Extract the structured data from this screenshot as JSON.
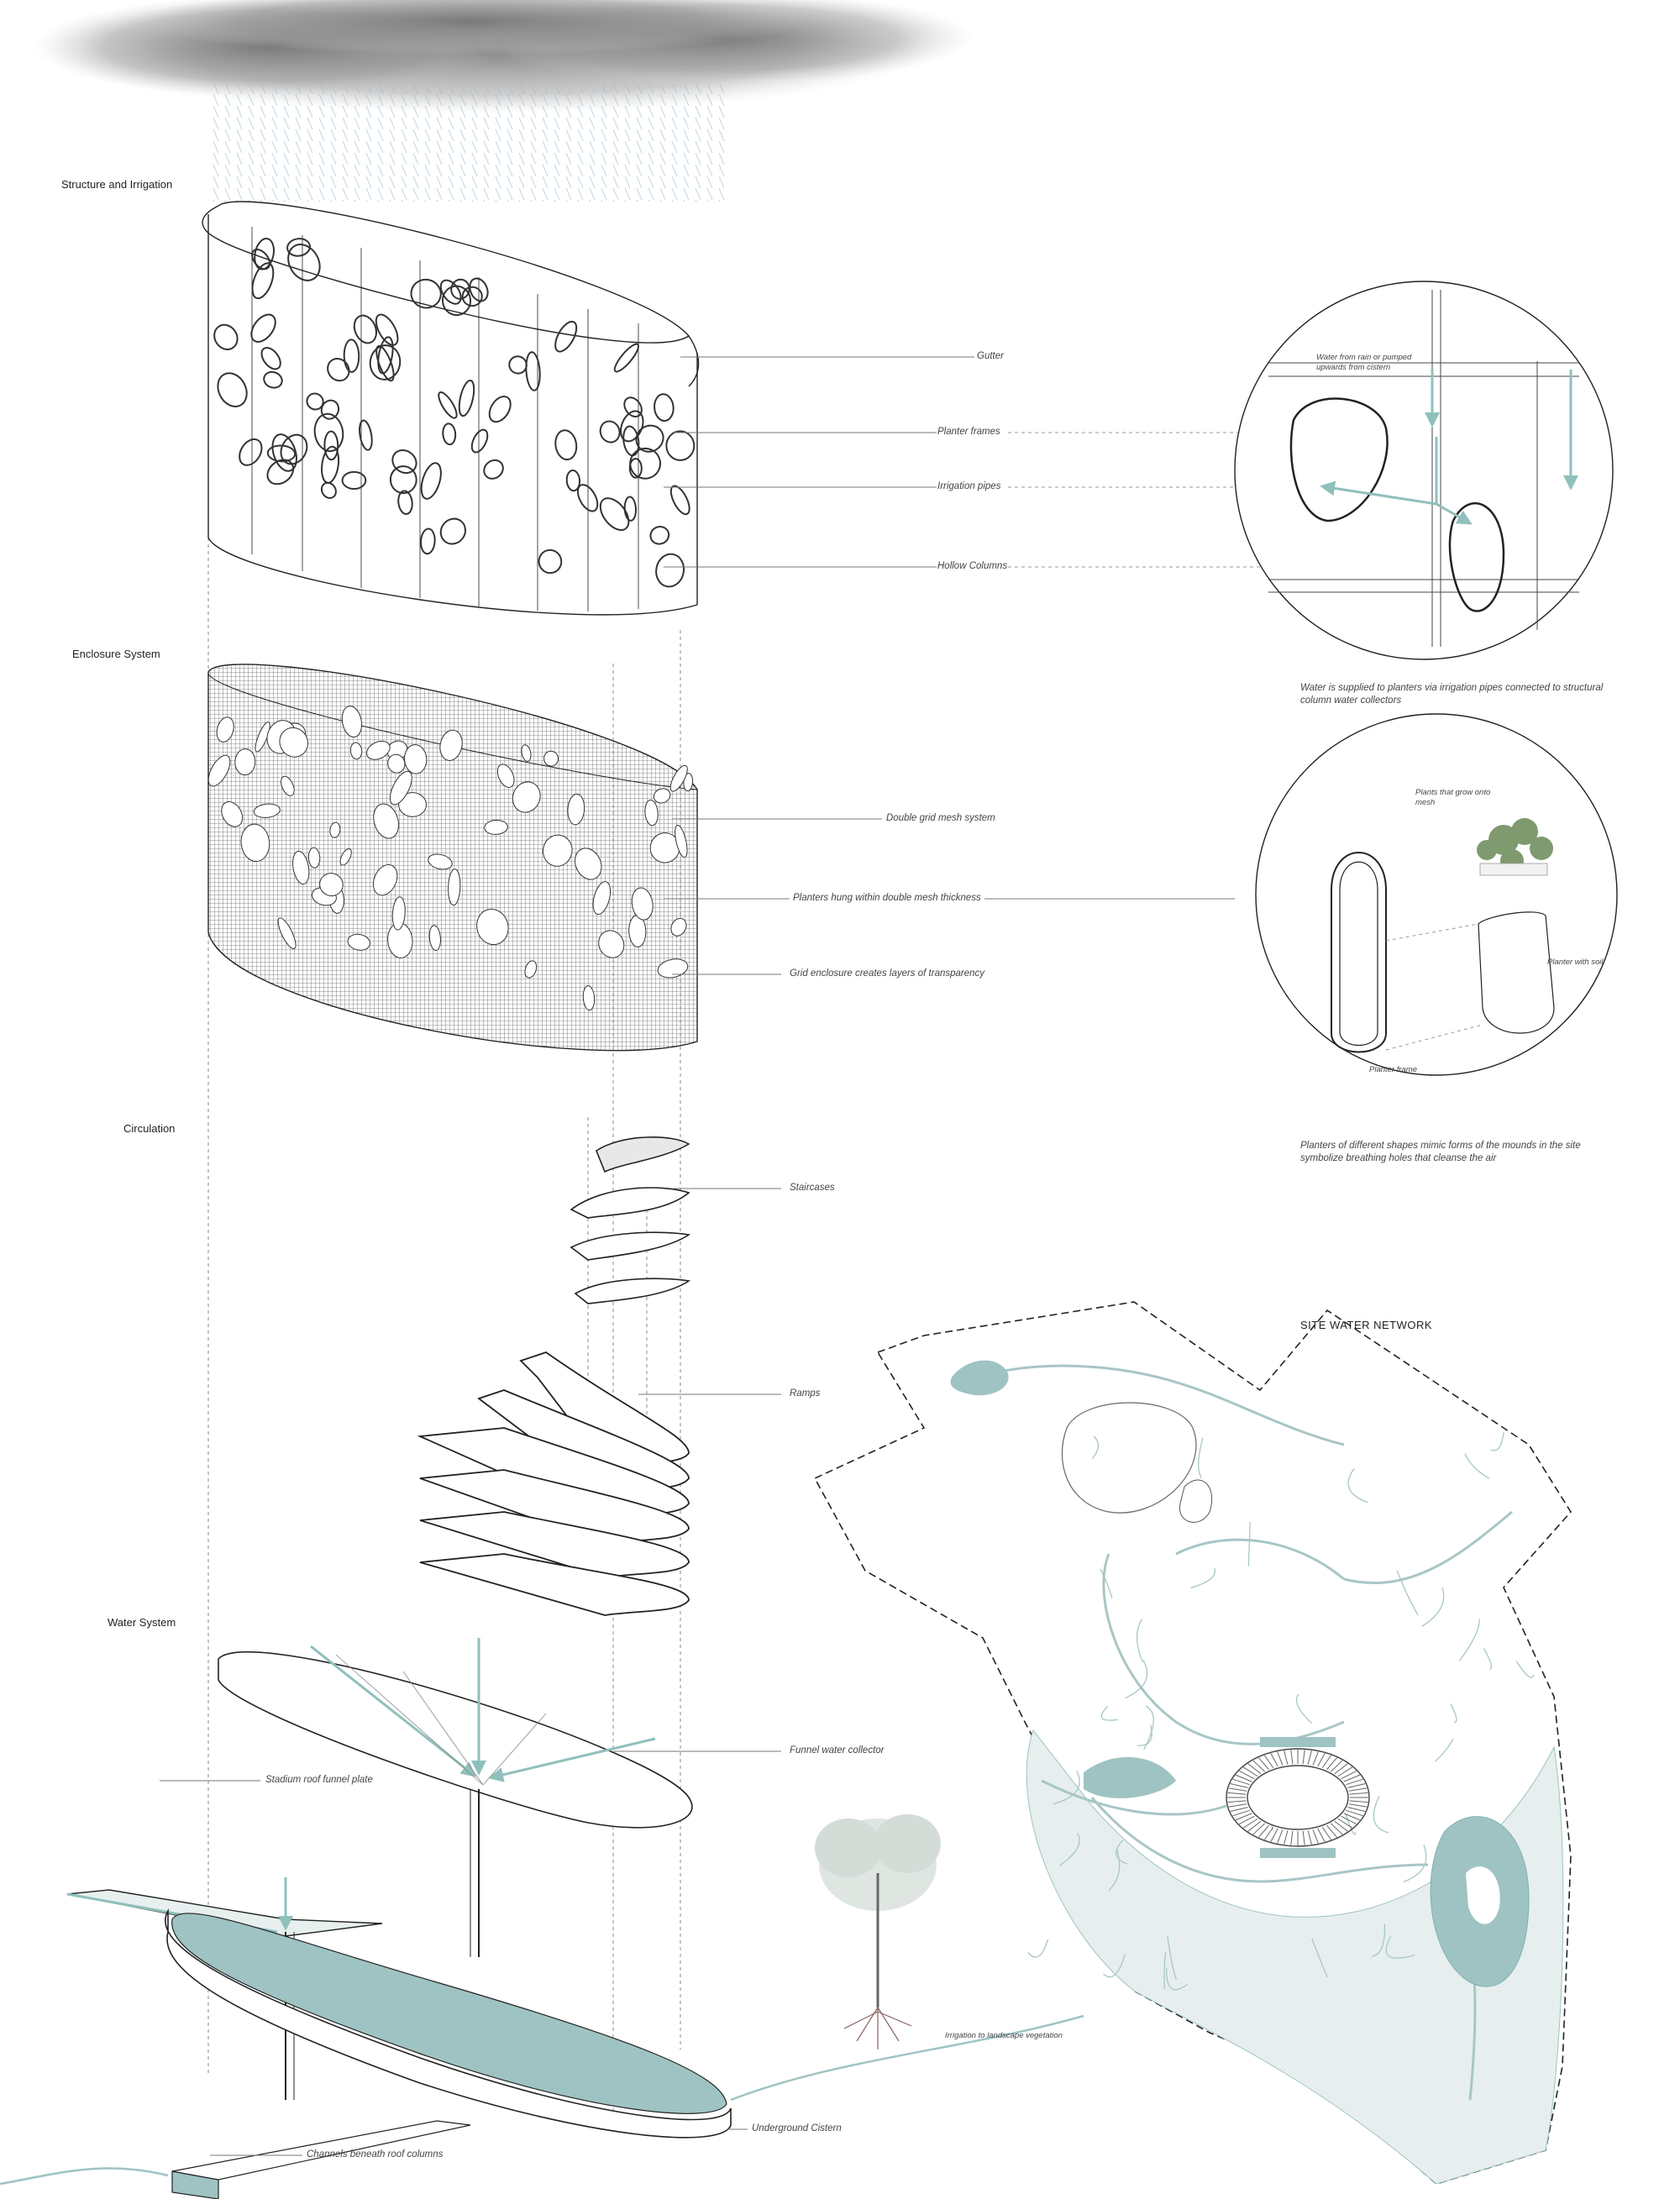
{
  "sections": {
    "structure": "Structure and Irrigation",
    "enclosure": "Enclosure System",
    "circulation": "Circulation",
    "water": "Water System"
  },
  "labels": {
    "gutter": "Gutter",
    "planter_frames": "Planter frames",
    "irrigation_pipes": "Irrigation pipes",
    "hollow_columns": "Hollow Columns",
    "double_grid": "Double grid mesh system",
    "planters_hung": "Planters hung within double mesh thickness",
    "grid_transparency": "Grid enclosure creates layers of transparency",
    "staircases": "Staircases",
    "ramps": "Ramps",
    "funnel_collector": "Funnel water collector",
    "roof_funnel_plate": "Stadium roof funnel plate",
    "underground_cistern": "Underground Cistern",
    "channels": "Channels beneath roof columns",
    "irrigation_landscape": "Irrigation to landscape vegetation"
  },
  "detail1": {
    "note": "Water from rain or pumped upwards from cistern",
    "caption": "Water is supplied to planters via irrigation pipes connected to structural column water collectors"
  },
  "detail2": {
    "plants_note": "Plants that grow onto mesh",
    "planter_soil": "Planter with soil",
    "planter_frame": "Planter frame",
    "caption": "Planters of different shapes mimic forms of the mounds in the site symbolize breathing holes that cleanse the air"
  },
  "site": {
    "title": "SITE WATER NETWORK"
  },
  "colors": {
    "water": "#9fc3c3",
    "water_dark": "#7fb0ae",
    "line": "#222222",
    "mesh": "#555555"
  }
}
